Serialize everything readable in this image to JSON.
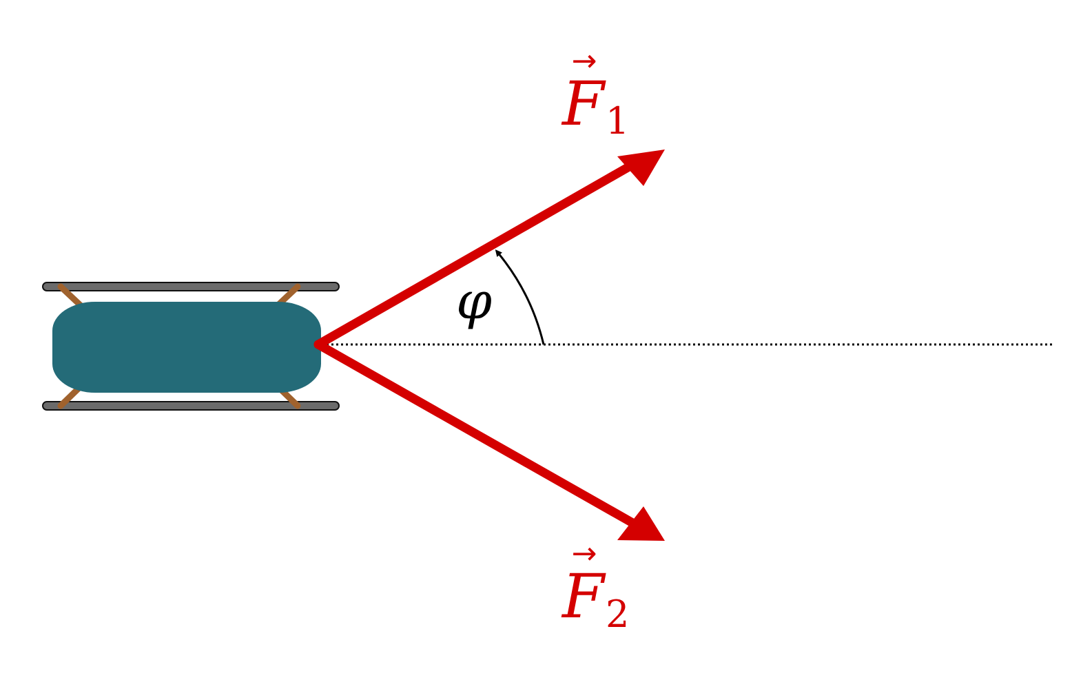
{
  "colors": {
    "force": "#d40000",
    "sled_body": "#246b78",
    "runner": "#6b6b6b",
    "strut": "#a0622d",
    "outline": "#111111",
    "angle": "#000000",
    "reference_line": "#000000"
  },
  "labels": {
    "force1": {
      "symbol": "F",
      "subscript": "1"
    },
    "force2": {
      "symbol": "F",
      "subscript": "2"
    },
    "angle": "φ"
  }
}
